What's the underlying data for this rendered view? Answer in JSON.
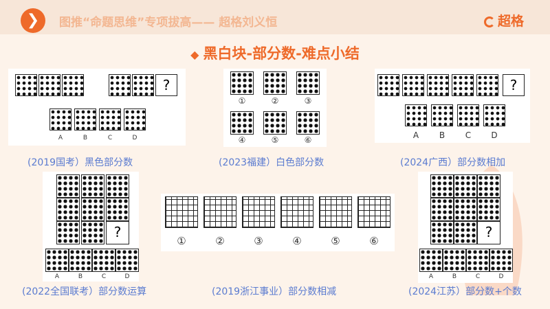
{
  "header": {
    "logo_glyph": "❯",
    "title": "图推“命题思维”专项拔高—— 超格刘义恒",
    "brand": "超格"
  },
  "section": {
    "title": "黑白块-部分数-难点小结",
    "bullet": "◆"
  },
  "panels": {
    "p1": {
      "caption": "(2019国考）黑色部分数",
      "options": [
        "A",
        "B",
        "C",
        "D"
      ],
      "question": "?"
    },
    "p2": {
      "caption": "(2023福建）白色部分数",
      "labels": [
        "①",
        "②",
        "③",
        "④",
        "⑤",
        "⑥"
      ]
    },
    "p3": {
      "caption": "(2024广西）部分数相加",
      "options": [
        "A",
        "B",
        "C",
        "D"
      ],
      "question": "?"
    },
    "p4": {
      "caption": "(2022全国联考）部分数运算",
      "options": [
        "A",
        "B",
        "C",
        "D"
      ],
      "question": "?"
    },
    "p5": {
      "caption": "(2019浙江事业）部分数相减",
      "labels": [
        "①",
        "②",
        "③",
        "④",
        "⑤",
        "⑥"
      ]
    },
    "p6": {
      "caption": "(2024江苏）部分数+个数",
      "options": [
        "A",
        "B",
        "C",
        "D"
      ],
      "question": "?"
    }
  }
}
